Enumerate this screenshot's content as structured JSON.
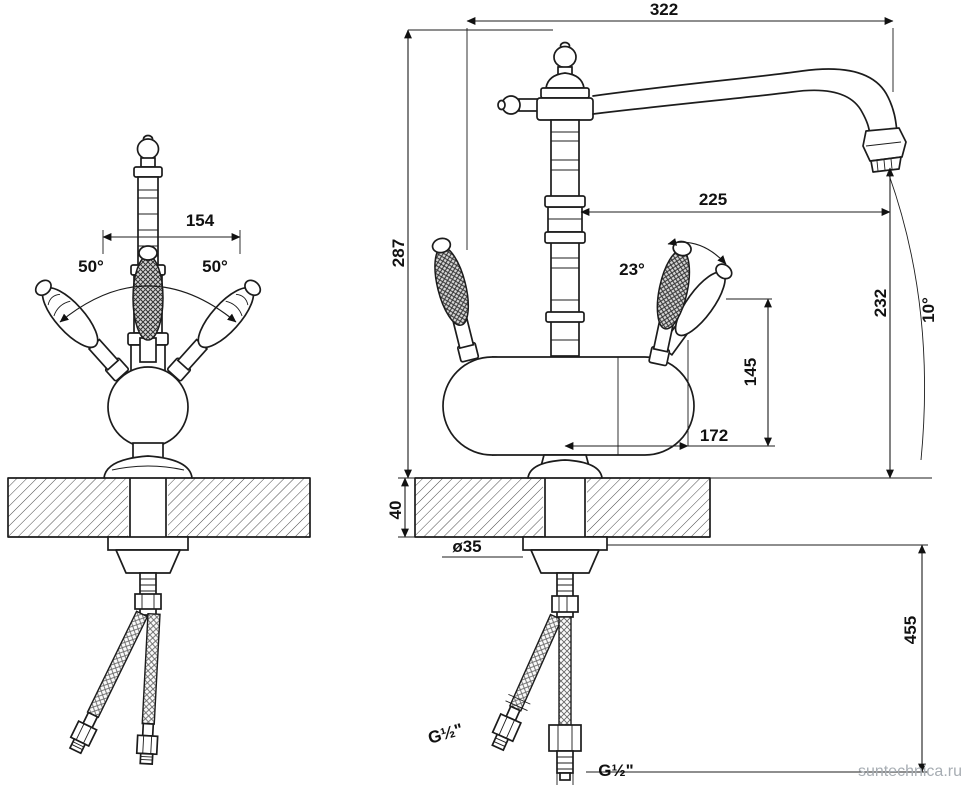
{
  "watermark": "suntechnica.ru",
  "front_view": {
    "dim_spread": "154",
    "angle_left": "50°",
    "angle_right": "50°"
  },
  "side_view": {
    "dim_overall_width": "322",
    "dim_height": "287",
    "dim_spout_reach": "225",
    "dim_spout_height": "232",
    "dim_spout_angle": "10°",
    "dim_handle_angle": "23°",
    "dim_body_height": "145",
    "dim_handle_offset": "172",
    "dim_deck_thickness": "40",
    "dim_shank_dia": "ø35",
    "dim_hose_length": "455",
    "thread_1": "G½\"",
    "thread_2": "G½\""
  }
}
